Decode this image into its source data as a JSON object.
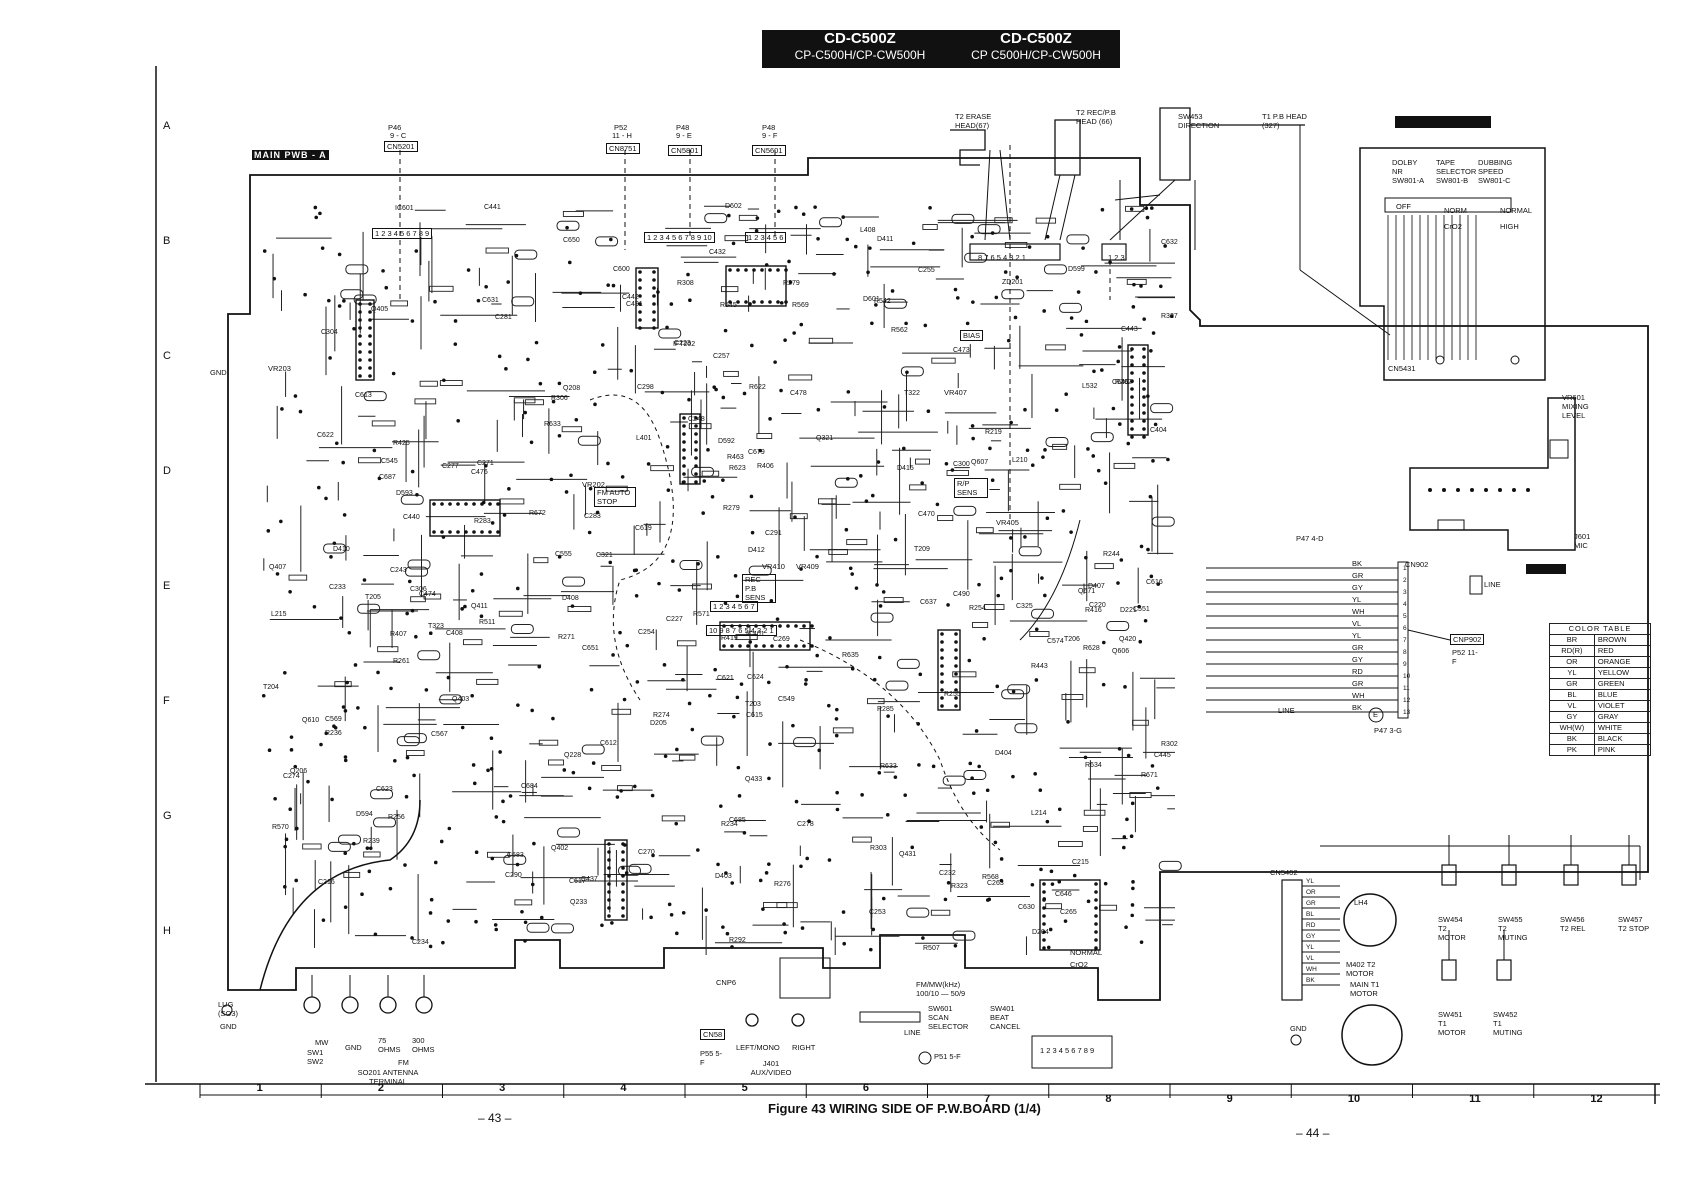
{
  "header": {
    "left_model": "CD-C500Z",
    "left_sub": "CP-C500H/CP-CW500H",
    "right_model": "CD-C500Z",
    "right_sub": "CP C500H/CP-CW500H"
  },
  "caption": "Figure 43  WIRING SIDE OF P.W.BOARD (1/4)",
  "page_left": "– 43 –",
  "page_right": "– 44 –",
  "grid": {
    "columns": [
      "1",
      "2",
      "3",
      "4",
      "5",
      "6",
      "7",
      "8",
      "9",
      "10",
      "11",
      "12"
    ],
    "rows": [
      "A",
      "B",
      "C",
      "D",
      "E",
      "F",
      "G",
      "H"
    ]
  },
  "board_label": "MAIN  PWB - A",
  "connectors_top": [
    {
      "ref": "P46",
      "loc": "9 - C",
      "name": "CN5201"
    },
    {
      "ref": "P52",
      "loc": "11 - H",
      "name": "CN8751"
    },
    {
      "ref": "P48",
      "loc": "9 - E",
      "name": "CN5801"
    },
    {
      "ref": "P48",
      "loc": "9 - F",
      "name": "CN5601"
    }
  ],
  "pin_rows": {
    "cnp201": "1 2 3 4 5 6 7 8 9",
    "cnp801": "1 2 3 4 5 6 7 8 9 10",
    "cnp601": "1 2 3 4 5 6",
    "cn5404": "8 7 6 5 4 3 2 1",
    "cn5403": "1 2 3",
    "cnp751": "1 2 3 4 5 6 7",
    "cnp770": "10 9 8 7 6 5 4 3 2 1",
    "cn5401": "1 2 3 4 5 6 7 8 9"
  },
  "heads": {
    "erase": "T2 ERASE HEAD(67)",
    "rec_pb": "T2 REC/P.B HEAD (66)",
    "direction": "SW453 DIRECTION",
    "pb_head": "T1 P.B HEAD (327)"
  },
  "sub_panel": {
    "dolby": "DOLBY NR SW801-A",
    "tape_selector": "TAPE SELECTOR SW801-B",
    "dubbing": "DUBBING SPEED SW801-C",
    "labels": [
      "OFF",
      "NORM",
      "CrO2",
      "HIGH",
      "NORMAL"
    ],
    "connector": "CN5431"
  },
  "mixing": {
    "title": "VR601 MIXING LEVEL",
    "jack": "J601 MIC",
    "line": "LINE"
  },
  "color_table": {
    "title": "COLOR  TABLE",
    "rows": [
      [
        "BR",
        "BROWN"
      ],
      [
        "RD(R)",
        "RED"
      ],
      [
        "OR",
        "ORANGE"
      ],
      [
        "YL",
        "YELLOW"
      ],
      [
        "GR",
        "GREEN"
      ],
      [
        "BL",
        "BLUE"
      ],
      [
        "VL",
        "VIOLET"
      ],
      [
        "GY",
        "GRAY"
      ],
      [
        "WH(W)",
        "WHITE"
      ],
      [
        "BK",
        "BLACK"
      ],
      [
        "PK",
        "PINK"
      ]
    ]
  },
  "wire_colors": [
    "BK",
    "GR",
    "GY",
    "YL",
    "WH",
    "VL",
    "YL",
    "GR",
    "GY",
    "RD",
    "GR",
    "WH",
    "BK"
  ],
  "cn902": "CN902",
  "cnp902": "CNP902",
  "p52_ref": "P52 11-F",
  "p47_ref": "P47 4-D",
  "p47_ref2": "P47 3-G",
  "line_label": "LINE",
  "cn5402": "CN5402",
  "cn5402_colors": [
    "YL",
    "OR",
    "GR",
    "BL",
    "RD",
    "GY",
    "YL",
    "VL",
    "WH",
    "BK"
  ],
  "motors": {
    "t2": "M402 T2 MOTOR",
    "t1": "MAIN T1 MOTOR",
    "lh4": "LH4"
  },
  "switches": [
    {
      "name": "SW454",
      "desc": "T2 MOTOR"
    },
    {
      "name": "SW455",
      "desc": "T2 MUTING"
    },
    {
      "name": "SW456",
      "desc": "T2 REL"
    },
    {
      "name": "SW457",
      "desc": "T2 STOP"
    },
    {
      "name": "SW451",
      "desc": "T1 MOTOR"
    },
    {
      "name": "SW452",
      "desc": "T1 MUTING"
    }
  ],
  "antenna": {
    "terminal": "SO201 ANTENNA TERMINAL",
    "labels": [
      "MW",
      "GND",
      "75 OHMS",
      "300 OHMS"
    ],
    "sw": "SW1 SW2",
    "fm": "FM",
    "lug": "LUG (SO3)",
    "gnd": "GND"
  },
  "jacks": {
    "aux": "J401 AUX/VIDEO",
    "left": "LEFT/MONO",
    "right": "RIGHT"
  },
  "bottom_connectors": {
    "cn58": "CN58",
    "p55": "P55 5-F",
    "cnp6": "CNP6",
    "p51": "P51 5-F",
    "sw601": "SW601 SCAN SELECTOR",
    "sw401": "SW401 BEAT CANCEL",
    "fm_mw": "FM/MW(kHz) 100/10 — 50/9",
    "line": "LINE",
    "gnd": "GND"
  },
  "boxed_labels": [
    "BIAS",
    "FM AUTO STOP",
    "REC P.B SENS",
    "R/P SENS",
    "NORMAL",
    "CrO2"
  ],
  "gnd_left": "GND",
  "vr_labels": [
    "VR203",
    "VR202",
    "VR410",
    "VR409",
    "VR407",
    "VR405"
  ],
  "component_refs": [
    "C233",
    "R303",
    "IFT202",
    "R292",
    "C291",
    "R285",
    "C290",
    "L210",
    "C298",
    "C300",
    "R302",
    "Q233",
    "R308",
    "R306",
    "C254",
    "ZD201",
    "C255",
    "C257",
    "Q228",
    "R256",
    "R255",
    "R254",
    "C253",
    "R239",
    "C248",
    "C243",
    "T323",
    "R327",
    "T322",
    "C325",
    "R323",
    "Q321",
    "C321",
    "D204",
    "D205",
    "C304",
    "C306",
    "D221",
    "T206",
    "T205",
    "Q206",
    "Q208",
    "C232",
    "C234",
    "R261",
    "R262",
    "C283",
    "C265",
    "R276",
    "C270",
    "C271",
    "R274",
    "R279",
    "C278",
    "C277",
    "R271",
    "R283",
    "T209",
    "C274",
    "R244",
    "C269",
    "C281",
    "C263",
    "R279",
    "Q610",
    "C683",
    "Q671",
    "C684",
    "R633",
    "C685",
    "C679",
    "IC601",
    "C600",
    "C613",
    "R671",
    "R672",
    "Q606",
    "Q607",
    "C612",
    "C615",
    "R542",
    "L532",
    "R511",
    "C549",
    "R507",
    "C546",
    "R545",
    "C574",
    "Q420",
    "L408",
    "C441",
    "C440",
    "C442",
    "C443",
    "C445",
    "R463",
    "R419",
    "Q411",
    "D415",
    "R425",
    "R443",
    "C432",
    "C437",
    "Q431",
    "Q433",
    "Q407",
    "Q405",
    "Q402",
    "Q403",
    "C478",
    "C476",
    "C474",
    "C470",
    "IC401",
    "L401",
    "C490",
    "C491",
    "C408",
    "C404",
    "C473",
    "R416",
    "R407",
    "R406",
    "D403",
    "D404",
    "D407",
    "D408",
    "D410",
    "D411",
    "D412",
    "D593",
    "D594",
    "D599",
    "D592",
    "C551",
    "C569",
    "R570",
    "R571",
    "C545",
    "C555",
    "R568",
    "R569",
    "C567",
    "R562",
    "C646",
    "C651",
    "C650",
    "C637",
    "C632",
    "C631",
    "R623",
    "R622",
    "R628",
    "C630",
    "C687",
    "R633",
    "R634",
    "R635",
    "C617",
    "C619",
    "C616",
    "C621",
    "C622",
    "C623",
    "C624",
    "D601",
    "D602",
    "L215",
    "L214",
    "C227",
    "C223",
    "C215",
    "C216",
    "T203",
    "T204",
    "R234",
    "R219",
    "C220",
    "R236"
  ]
}
